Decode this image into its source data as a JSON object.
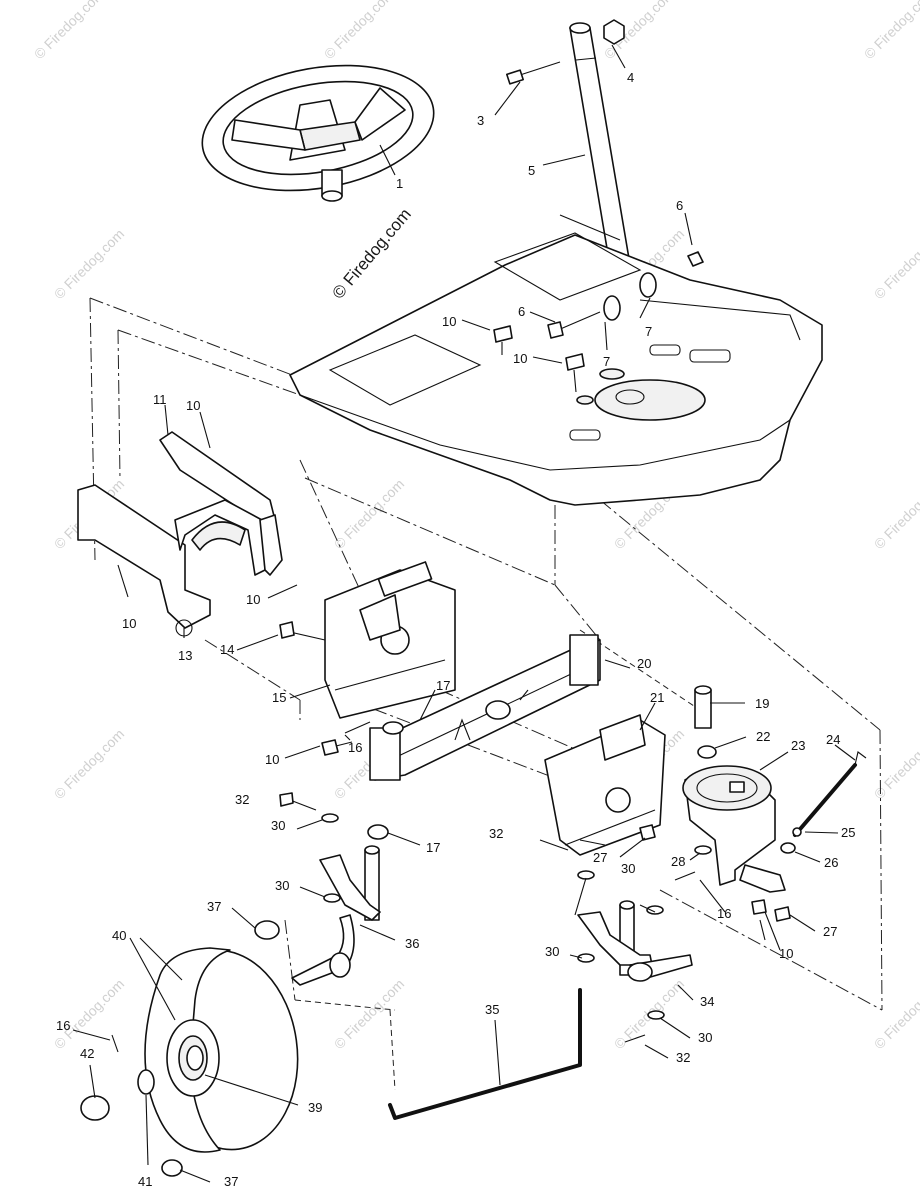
{
  "watermark": {
    "main": "© Firedog.com",
    "tile": "© Firedog.com"
  },
  "callouts": {
    "c1": "1",
    "c3": "3",
    "c4": "4",
    "c5": "5",
    "c6a": "6",
    "c6b": "6",
    "c7a": "7",
    "c7b": "7",
    "c10a": "10",
    "c10b": "10",
    "c10c": "10",
    "c10d": "10",
    "c10e": "10",
    "c10f": "10",
    "c10g": "10",
    "c11": "11",
    "c13": "13",
    "c14": "14",
    "c15": "15",
    "c16a": "16",
    "c16b": "16",
    "c16c": "16",
    "c17a": "17",
    "c17b": "17",
    "c19": "19",
    "c20": "20",
    "c21": "21",
    "c22": "22",
    "c23": "23",
    "c24": "24",
    "c25": "25",
    "c26": "26",
    "c27a": "27",
    "c27b": "27",
    "c28": "28",
    "c30a": "30",
    "c30b": "30",
    "c30c": "30",
    "c30d": "30",
    "c30e": "30",
    "c32a": "32",
    "c32b": "32",
    "c32c": "32",
    "c34": "34",
    "c35": "35",
    "c36": "36",
    "c37a": "37",
    "c37b": "37",
    "c39": "39",
    "c40": "40",
    "c41": "41",
    "c42": "42"
  }
}
